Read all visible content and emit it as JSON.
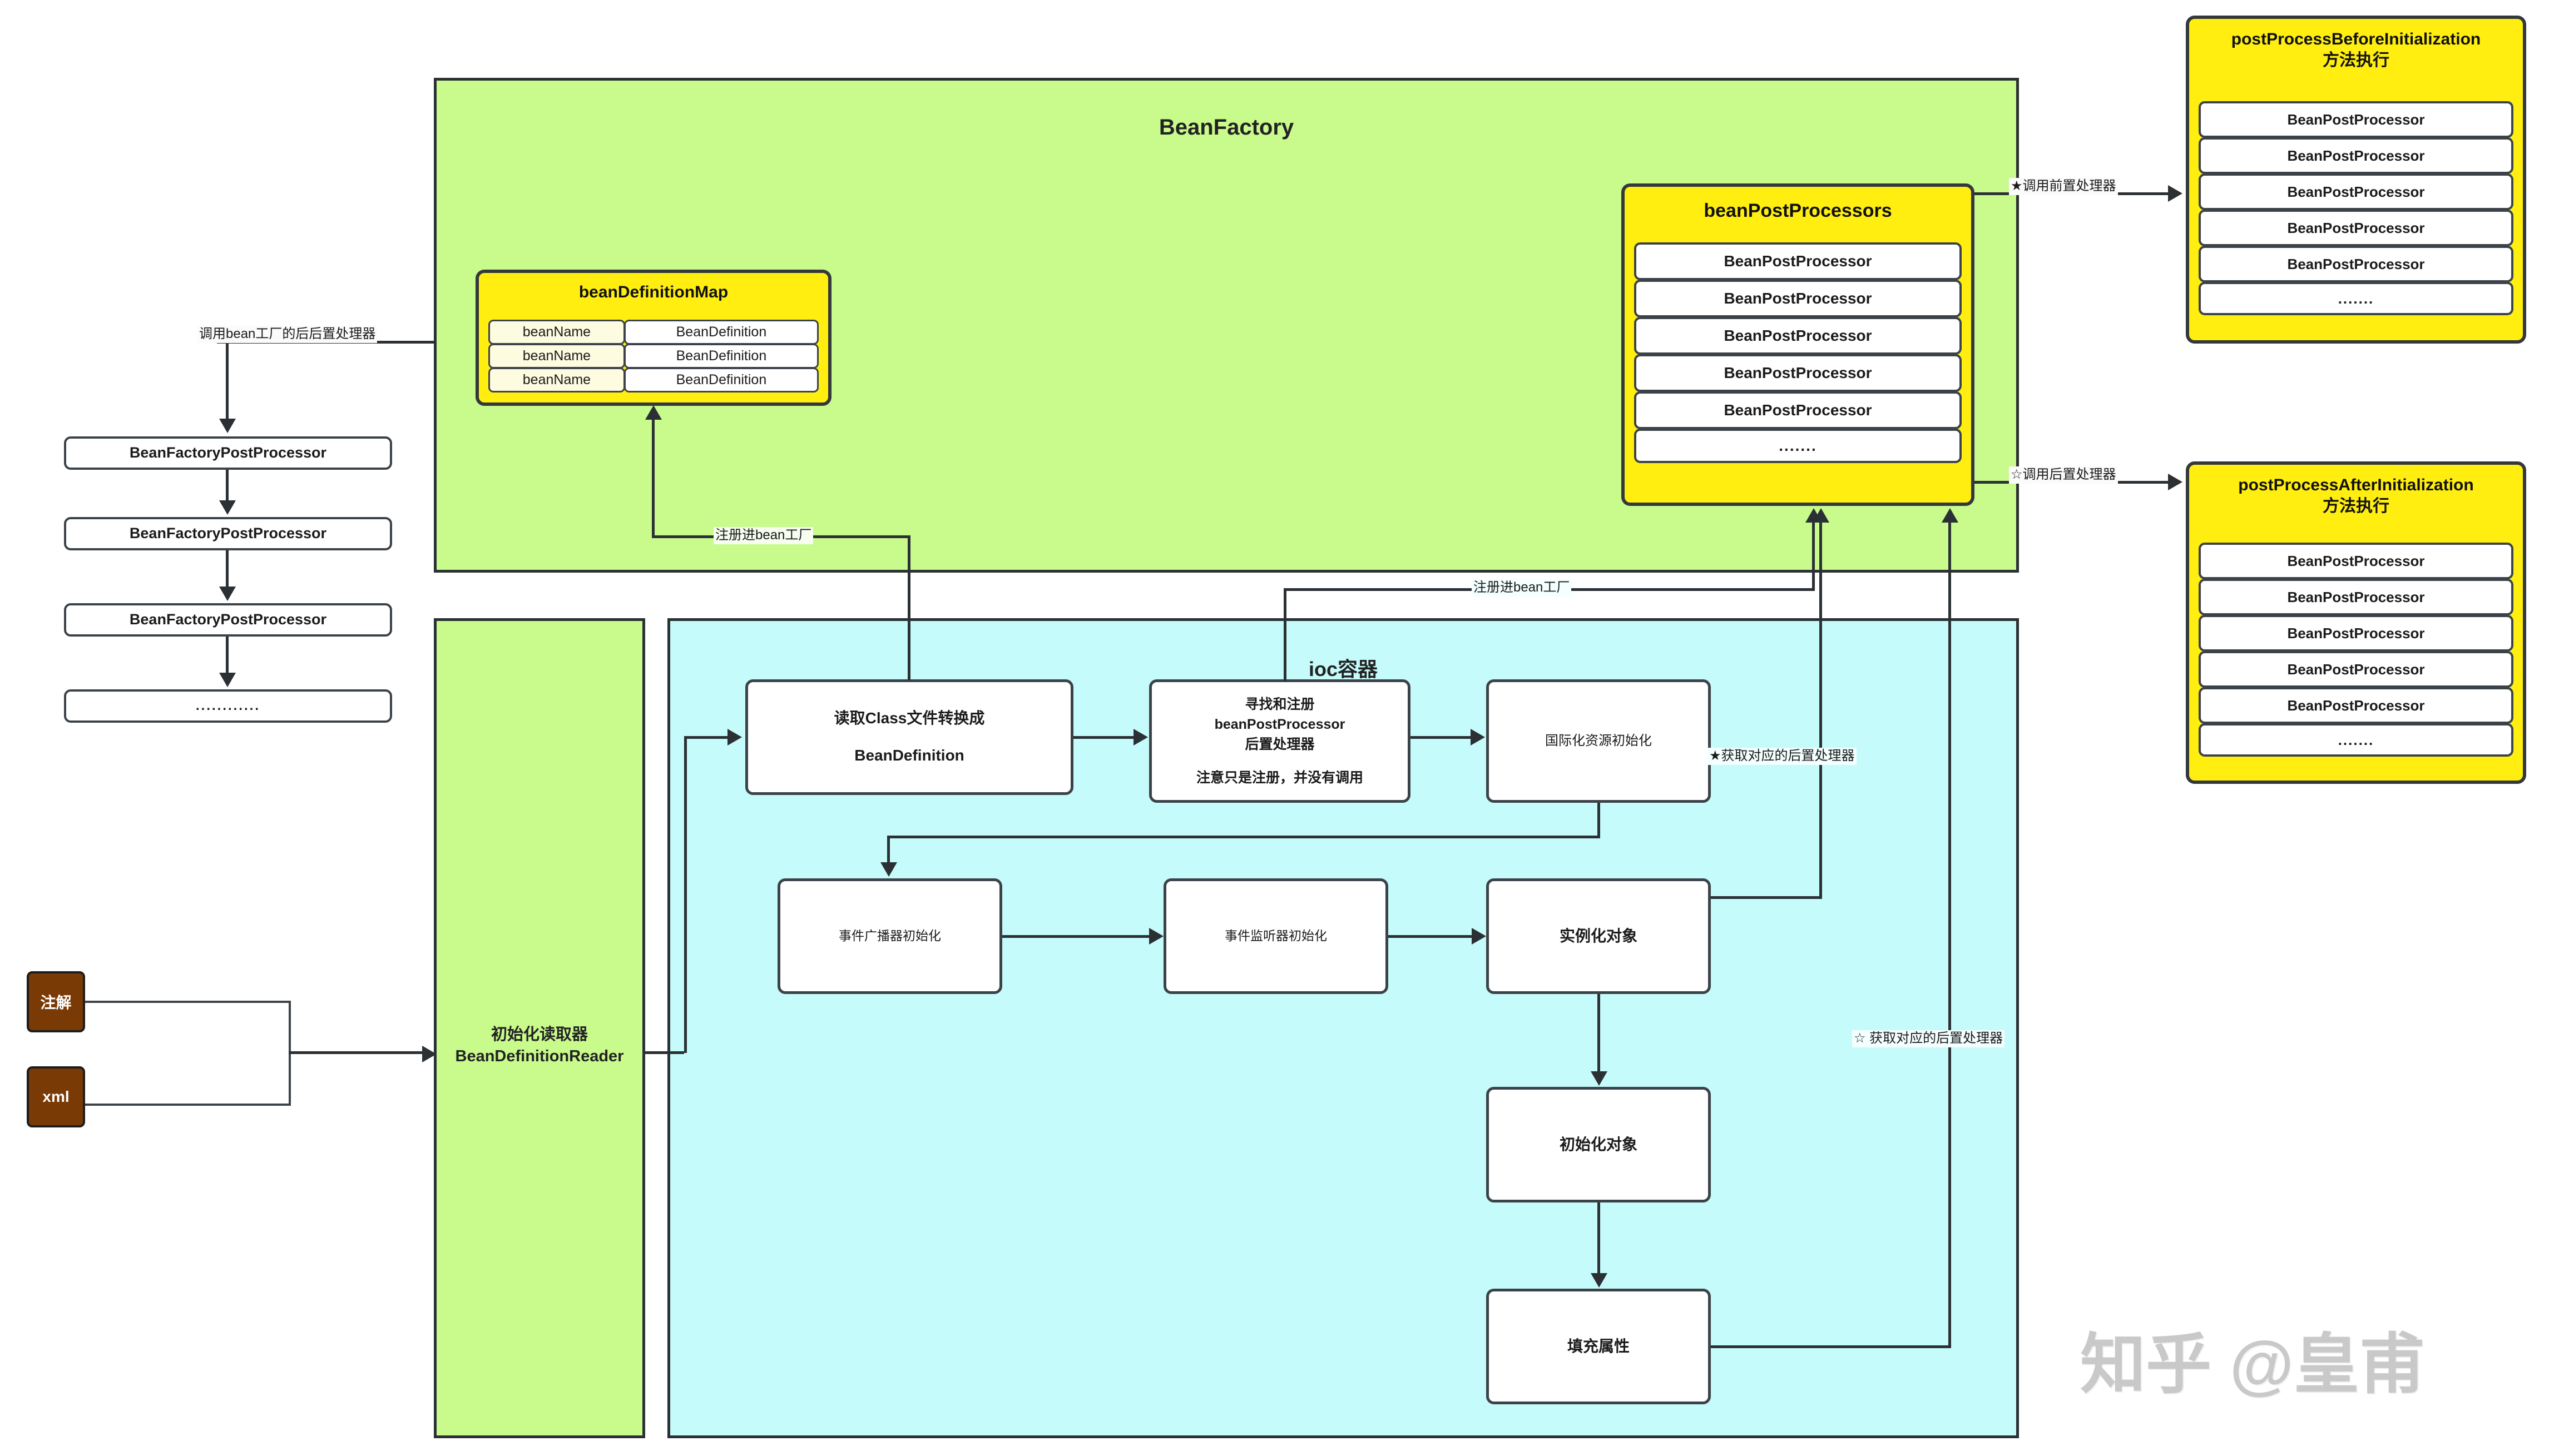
{
  "regions": {
    "beanfactory": {
      "title": "BeanFactory"
    },
    "reader": {
      "title_line1": "初始化读取器",
      "title_line2": "BeanDefinitionReader"
    },
    "ioc": {
      "title": "ioc容器"
    }
  },
  "bean_definition_map": {
    "title": "beanDefinitionMap",
    "rows": [
      {
        "key": "beanName",
        "value": "BeanDefinition"
      },
      {
        "key": "beanName",
        "value": "BeanDefinition"
      },
      {
        "key": "beanName",
        "value": "BeanDefinition"
      }
    ]
  },
  "bean_post_processors": {
    "title": "beanPostProcessors",
    "items": [
      "BeanPostProcessor",
      "BeanPostProcessor",
      "BeanPostProcessor",
      "BeanPostProcessor",
      "BeanPostProcessor",
      "......."
    ]
  },
  "post_process_before": {
    "title_line1": "postProcessBeforeInitialization",
    "title_line2": "方法执行",
    "items": [
      "BeanPostProcessor",
      "BeanPostProcessor",
      "BeanPostProcessor",
      "BeanPostProcessor",
      "BeanPostProcessor",
      "......."
    ]
  },
  "post_process_after": {
    "title_line1": "postProcessAfterInitialization",
    "title_line2": "方法执行",
    "items": [
      "BeanPostProcessor",
      "BeanPostProcessor",
      "BeanPostProcessor",
      "BeanPostProcessor",
      "BeanPostProcessor",
      "......."
    ]
  },
  "bean_factory_post_processors": [
    "BeanFactoryPostProcessor",
    "BeanFactoryPostProcessor",
    "BeanFactoryPostProcessor",
    "............"
  ],
  "sources": [
    {
      "label": "注解"
    },
    {
      "label": "xml"
    }
  ],
  "ioc_steps": {
    "read_class": {
      "line1": "读取Class文件转换成",
      "line2": "BeanDefinition"
    },
    "find_register": {
      "line1": "寻找和注册",
      "line2": "beanPostProcessor",
      "line3": "后置处理器",
      "line4": "注意只是注册，并没有调用"
    },
    "i18n": {
      "label": "国际化资源初始化"
    },
    "broadcaster": {
      "label": "事件广播器初始化"
    },
    "listener": {
      "label": "事件监听器初始化"
    },
    "instantiate": {
      "label": "实例化对象"
    },
    "initialize": {
      "label": "初始化对象"
    },
    "populate": {
      "label": "填充属性"
    }
  },
  "edge_labels": {
    "call_bf_post_processors": "调用bean工厂的后后置处理器",
    "register_into_factory_1": "注册进bean工厂",
    "register_into_factory_2": "注册进bean工厂",
    "call_before_processor": "★调用前置处理器",
    "call_after_processor": "☆调用后置处理器",
    "get_processor_before": "★获取对应的后置处理器",
    "get_processor_after": "☆ 获取对应的后置处理器"
  },
  "watermark": {
    "text": "知乎 @皇甫"
  },
  "colors": {
    "green_panel": "#c8fa8c",
    "cyan_panel": "#c5fbfb",
    "yellow_box": "#ffee10",
    "brown_node": "#7a3a05",
    "stroke": "#2b3034",
    "accent_star": "#e04a4a"
  }
}
